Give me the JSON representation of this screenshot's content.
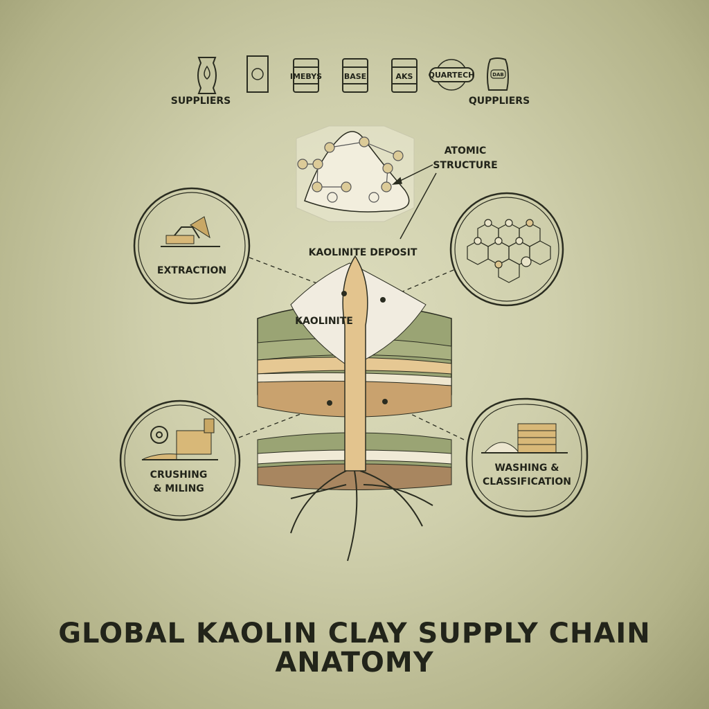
{
  "suppliers": {
    "left_label": "SUPPLIERS",
    "right_label": "QUPPLIERS",
    "items": [
      {
        "type": "bag",
        "icon": "droplet-icon"
      },
      {
        "type": "bag",
        "icon": "leaf-icon"
      },
      {
        "type": "barrel",
        "label": "IMEBYS"
      },
      {
        "type": "barrel",
        "label": "BASE"
      },
      {
        "type": "barrel",
        "label": "AKS"
      },
      {
        "type": "badge",
        "label": "QUARTECH"
      },
      {
        "type": "sack",
        "label": "DAB"
      }
    ]
  },
  "atomic": {
    "label_line1": "ATOMIC",
    "label_line2": "STRUCTURE"
  },
  "deposit": {
    "label": "KAOLINITE DEPOSIT",
    "inner_label": "KAOLINITE"
  },
  "stages": {
    "extraction": "EXTRACTION",
    "crushing_line1": "CRUSHING",
    "crushing_line2": "& MILING",
    "washing_line1": "WASHING &",
    "washing_line2": "CLASSIFICATION"
  },
  "title": {
    "line1": "GLOBAL KAOLIN CLAY SUPPLY CHAIN",
    "line2": "ANATOMY"
  },
  "colors": {
    "ink": "#2a2c20",
    "sage": "#8f9a68",
    "sand": "#e3c48e",
    "cream": "#efe9d4",
    "clay": "#a88660"
  }
}
